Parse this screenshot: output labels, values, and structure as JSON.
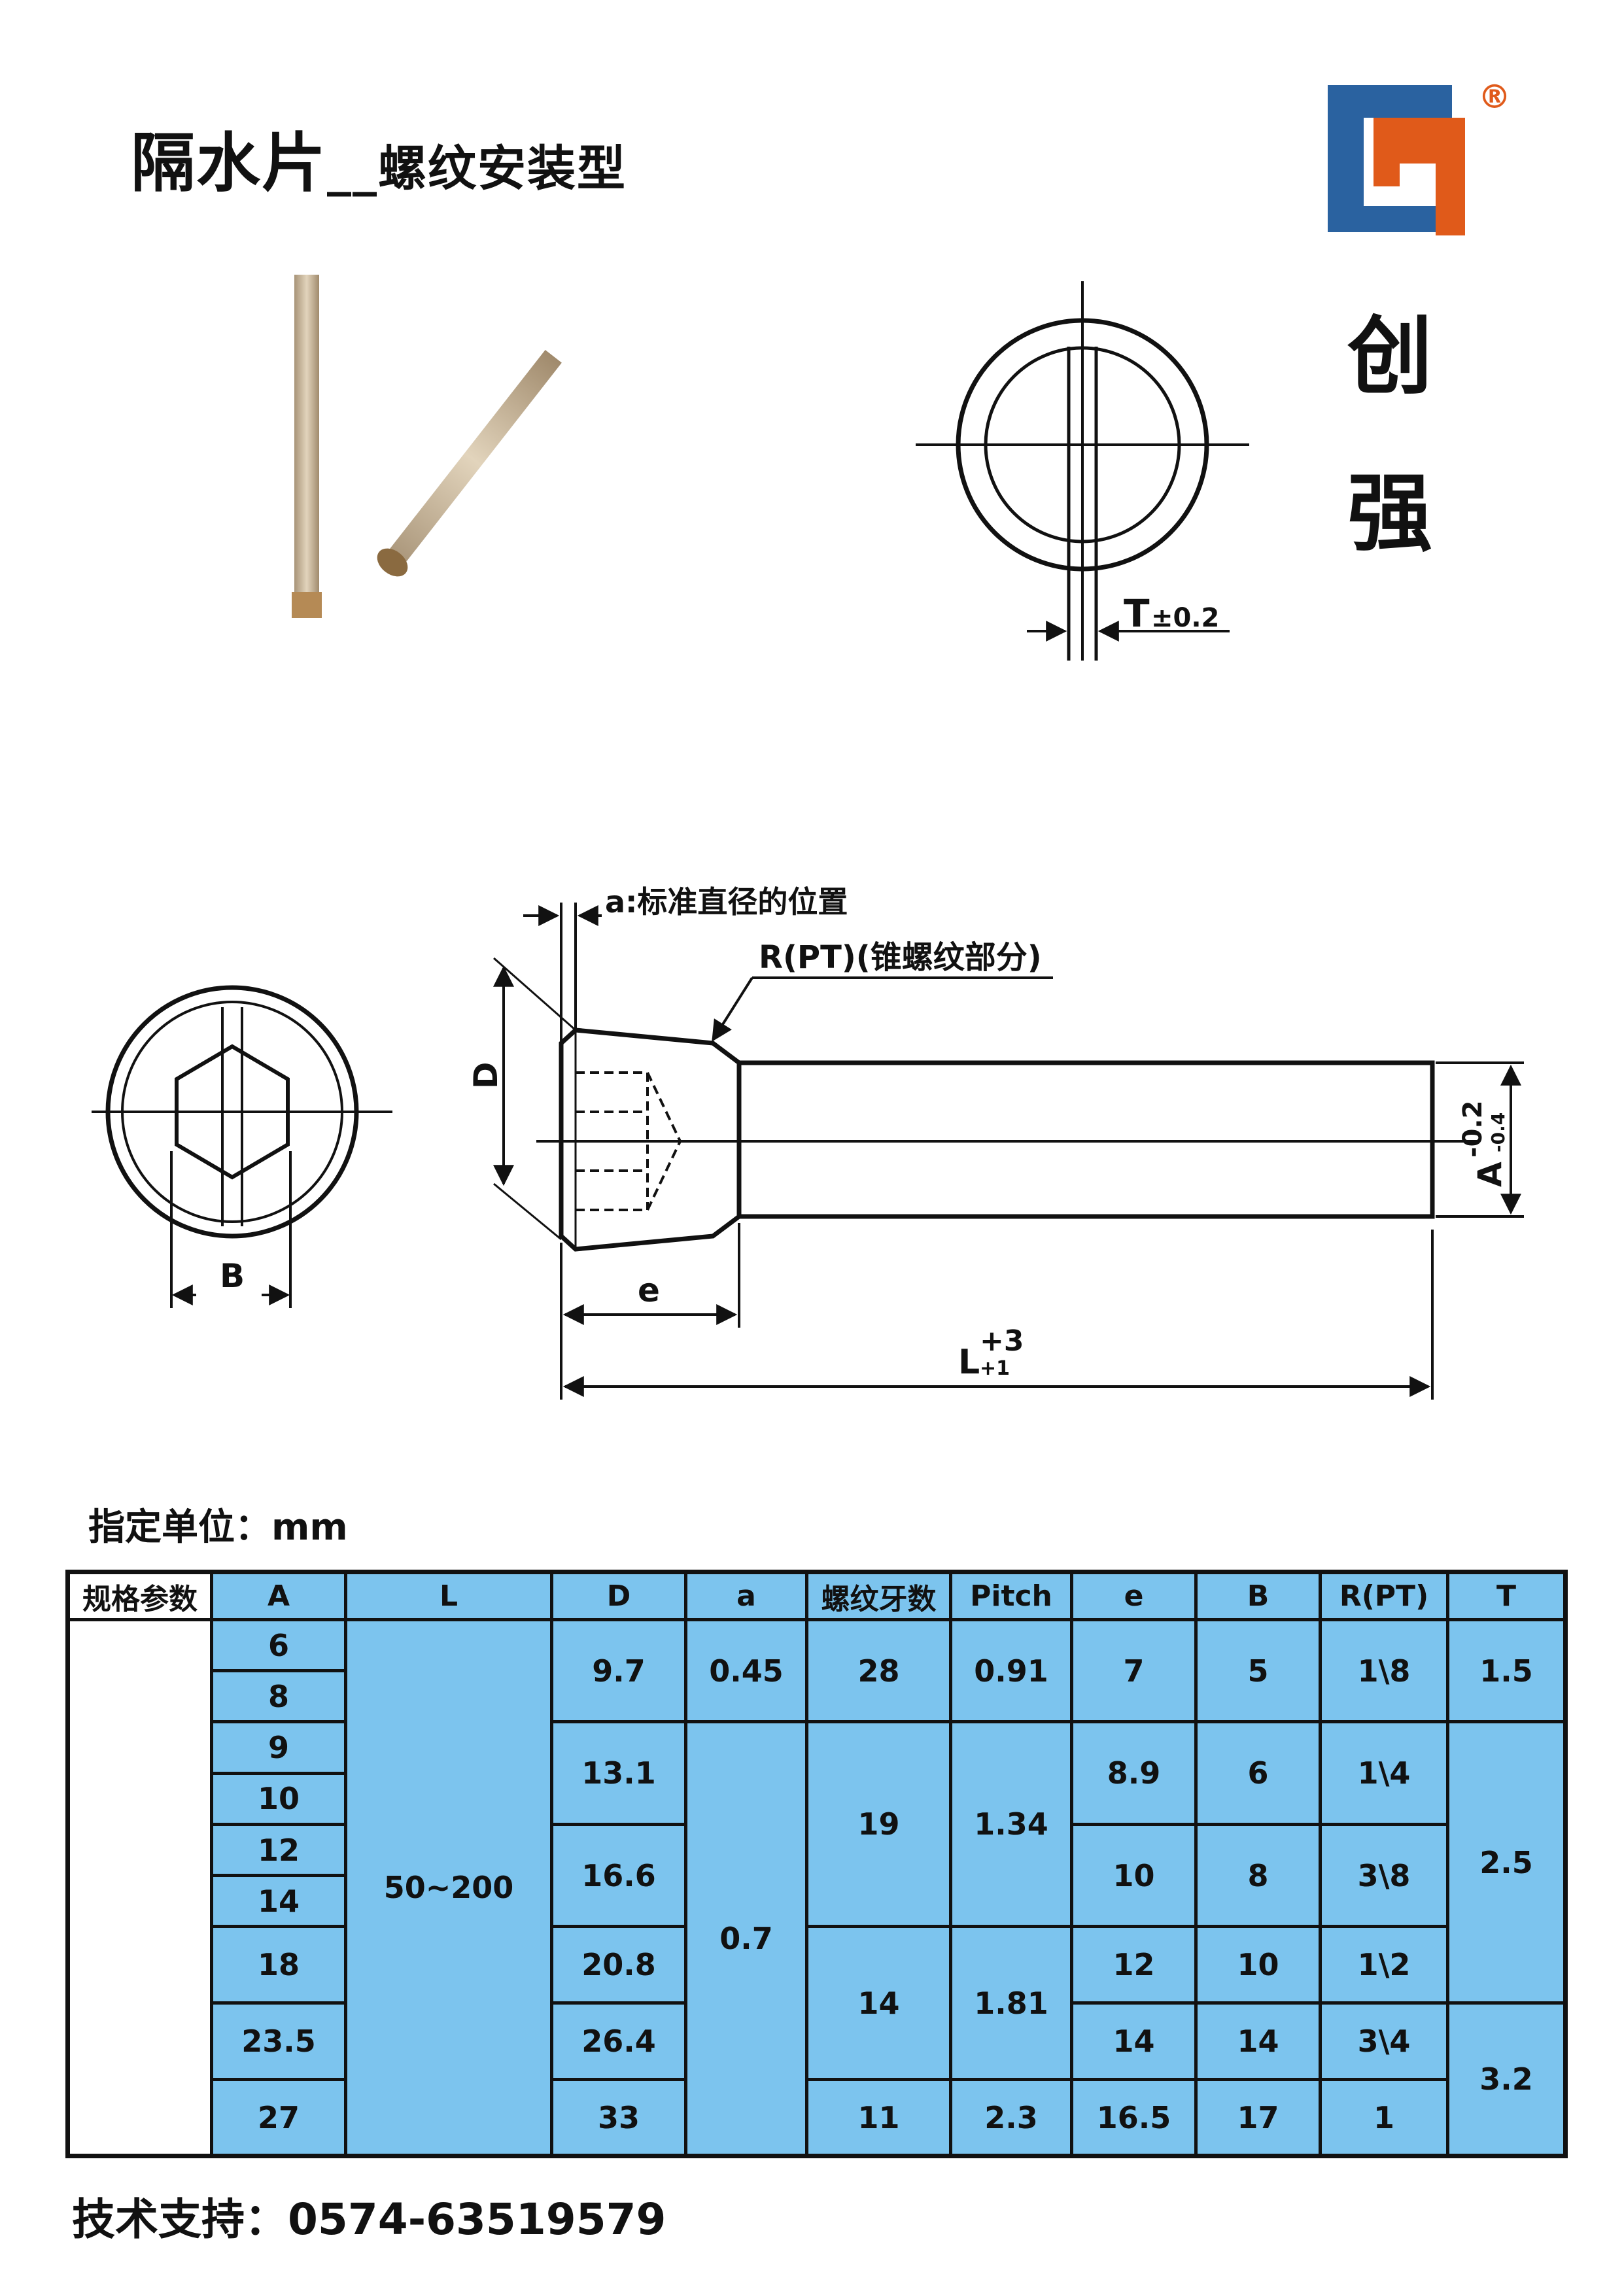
{
  "header": {
    "title_main": "隔水片",
    "title_sub": "__螺纹安装型"
  },
  "brand": {
    "char1": "创",
    "char2": "强",
    "registered": "®"
  },
  "drawing": {
    "tolerance_T": "T",
    "tolerance_T_val": "±0.2",
    "label_a": "a:标准直径的位置",
    "label_R": "R(PT)(锥螺纹部分)",
    "label_D": "D",
    "label_B": "B",
    "label_e": "e",
    "label_L": "L",
    "label_L_plus": "+3",
    "label_L_minus": "+1",
    "label_A": "A",
    "label_A_tol1": "-0.2",
    "label_A_tol2": "-0.4"
  },
  "unit_label": "指定单位：mm",
  "table": {
    "headers": [
      "规格参数",
      "A",
      "L",
      "D",
      "a",
      "螺纹牙数",
      "Pitch",
      "e",
      "B",
      "R(PT)",
      "T"
    ],
    "A_values": [
      "6",
      "8",
      "9",
      "10",
      "12",
      "14",
      "18",
      "23.5",
      "27"
    ],
    "L_value": "50~200",
    "D_values": [
      "9.7",
      "13.1",
      "16.6",
      "20.8",
      "26.4",
      "33"
    ],
    "a_values": [
      "0.45",
      "0.7"
    ],
    "threads_values": [
      "28",
      "19",
      "14",
      "11"
    ],
    "pitch_values": [
      "0.91",
      "1.34",
      "1.81",
      "2.3"
    ],
    "e_values": [
      "7",
      "8.9",
      "10",
      "12",
      "14",
      "16.5"
    ],
    "B_values": [
      "5",
      "6",
      "8",
      "10",
      "14",
      "17"
    ],
    "R_values": [
      "1\\8",
      "1\\4",
      "3\\8",
      "1\\2",
      "3\\4",
      "1"
    ],
    "T_values": [
      "1.5",
      "2.5",
      "3.2"
    ]
  },
  "footer": {
    "contact": "技术支持：0574-63519579"
  },
  "colors": {
    "table_fill": "#7cc4ee",
    "logo_blue": "#2a62a0",
    "logo_orange": "#e05a1a",
    "rod": "#c9b79a"
  }
}
